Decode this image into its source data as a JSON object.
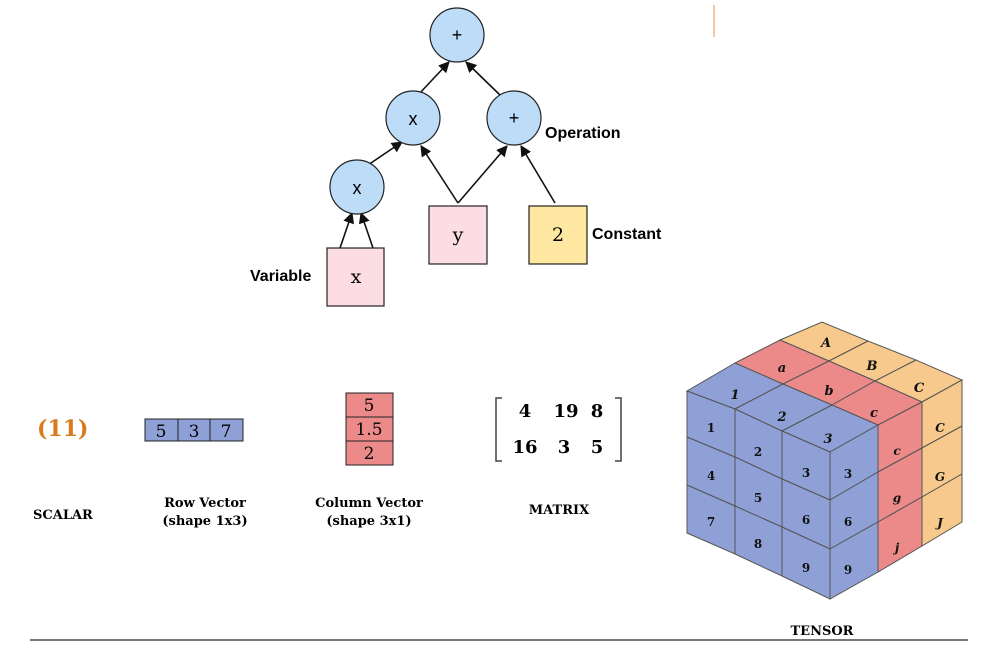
{
  "graph": {
    "nodes": {
      "top_plus": "+",
      "mid_times": "x",
      "mid_plus": "+",
      "low_times": "x",
      "var_x": "x",
      "var_y": "y",
      "const_2": "2"
    },
    "labels": {
      "operation": "Operation",
      "constant": "Constant",
      "variable": "Variable"
    }
  },
  "tensors": {
    "scalar": {
      "value": "(11)",
      "caption": "SCALAR"
    },
    "row_vector": {
      "values": [
        "5",
        "3",
        "7"
      ],
      "caption_1": "Row Vector",
      "caption_2": "(shape 1x3)"
    },
    "column_vector": {
      "values": [
        "5",
        "1.5",
        "2"
      ],
      "caption_1": "Column Vector",
      "caption_2": "(shape 3x1)"
    },
    "matrix": {
      "rows": [
        [
          "4",
          "19",
          "8"
        ],
        [
          "16",
          "3",
          "5"
        ]
      ],
      "caption": "MATRIX"
    },
    "tensor": {
      "top_back": [
        "A",
        "B",
        "C"
      ],
      "top_mid": [
        "a",
        "b",
        "c"
      ],
      "top_front": [
        "1",
        "2",
        "3"
      ],
      "front": [
        "1",
        "2",
        "3",
        "4",
        "5",
        "3",
        "7",
        "8",
        "6",
        "9"
      ],
      "side_mid": [
        "c",
        "g",
        "j"
      ],
      "side_back": [
        "C",
        "G",
        "J"
      ],
      "front_right": [
        "3",
        "6",
        "9"
      ],
      "caption": "TENSOR"
    }
  },
  "colors": {
    "op_node": "#bcdcf7",
    "var_node": "#fcdde4",
    "const_node": "#fde7a1",
    "scalar_orange": "#d87a1e",
    "blue": "#8fa0d6",
    "red": "#ec8a8a",
    "orange": "#f7c98c"
  }
}
